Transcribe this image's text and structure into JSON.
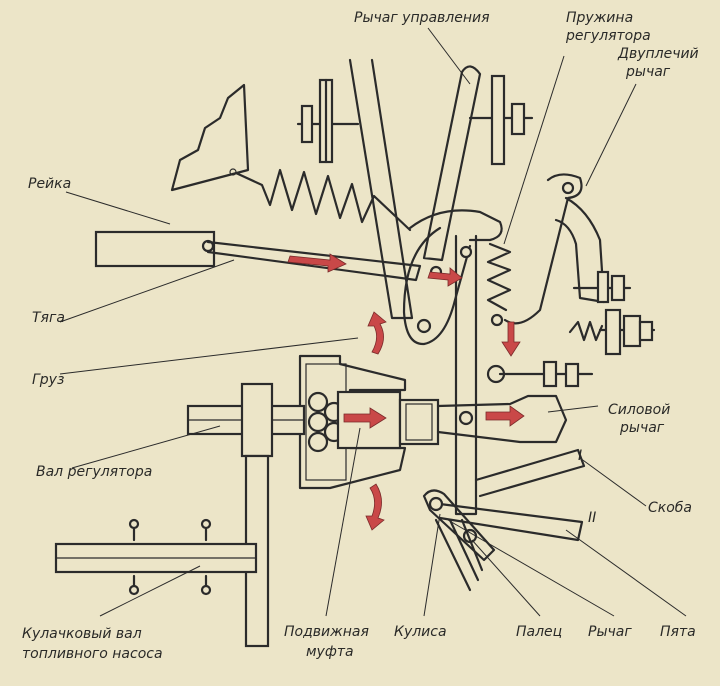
{
  "labels": {
    "control_lever": "Рычаг управления",
    "governor_spring_1": "Пружина",
    "governor_spring_2": "регулятора",
    "double_lever_1": "Двуплечий",
    "double_lever_2": "рычаг",
    "rack": "Рейка",
    "rod": "Тяга",
    "weight": "Груз",
    "governor_shaft": "Вал регулятора",
    "power_lever_1": "Силовой",
    "power_lever_2": "рычаг",
    "bracket": "Скоба",
    "roman_one": "I",
    "roman_two": "II",
    "camshaft_1": "Кулачковый вал",
    "camshaft_2": "топливного насоса",
    "movable_sleeve_1": "Подвижная",
    "movable_sleeve_2": "муфта",
    "rocker": "Кулиса",
    "finger": "Палец",
    "lever": "Рычаг",
    "heel": "Пята"
  },
  "colors": {
    "paper": "#ece5c8",
    "ink": "#2b2b2b",
    "arrow": "#c94848"
  }
}
